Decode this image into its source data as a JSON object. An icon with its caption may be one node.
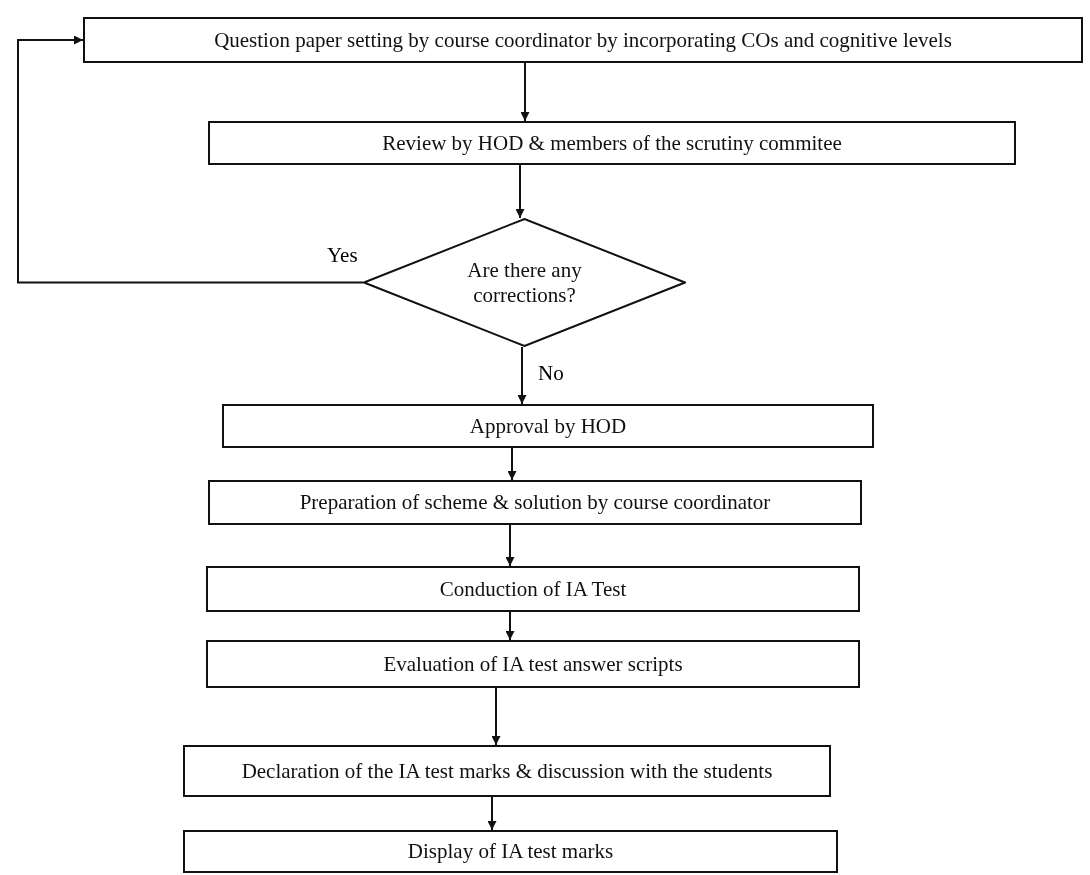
{
  "diagram": {
    "nodes": [
      {
        "text": [
          "Question paper setting by course coordinator by incorporating COs and cognitive levels"
        ]
      },
      {
        "text": [
          "Review by HOD & members of the scrutiny commitee"
        ]
      },
      {
        "text": [
          "Are there any corrections?"
        ]
      },
      {
        "text": [
          "Approval by HOD"
        ]
      },
      {
        "text": [
          "Preparation of scheme & solution by course coordinator"
        ]
      },
      {
        "text": [
          "Conduction of IA Test"
        ]
      },
      {
        "text": [
          "Evaluation of IA test answer scripts"
        ]
      },
      {
        "text": [
          "Declaration of the IA test marks & discussion with the students"
        ]
      },
      {
        "text": [
          "Display of IA test marks"
        ]
      }
    ],
    "edges": [
      {
        "from": 0,
        "to": 1,
        "arrow": "to"
      },
      {
        "from": 1,
        "to": 2,
        "arrow": "to"
      },
      {
        "from": 2,
        "to": 0,
        "arrow": "to",
        "label": "Yes"
      },
      {
        "from": 2,
        "to": 3,
        "arrow": "to",
        "label": "No"
      },
      {
        "from": 3,
        "to": 4,
        "arrow": "to"
      },
      {
        "from": 4,
        "to": 5,
        "arrow": "to"
      },
      {
        "from": 5,
        "to": 6,
        "arrow": "to"
      },
      {
        "from": 6,
        "to": 7,
        "arrow": "to"
      },
      {
        "from": 7,
        "to": 8,
        "arrow": "to"
      }
    ]
  }
}
